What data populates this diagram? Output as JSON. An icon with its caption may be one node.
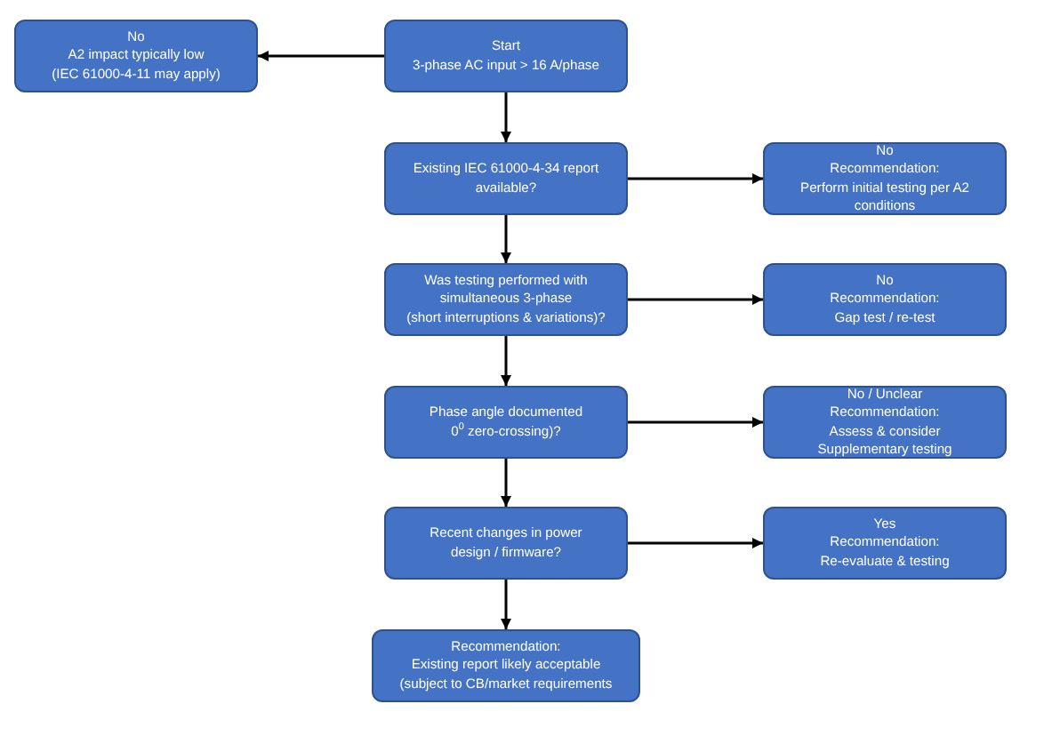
{
  "diagram": {
    "nodes": [
      {
        "text": [
          "No",
          "A2 impact typically low",
          "(IEC 61000-4-11 may apply)"
        ]
      },
      {
        "text": [
          "Start",
          "3-phase AC input > 16 A/phase"
        ]
      },
      {
        "text": [
          "Existing IEC 61000-4-34 report available?"
        ]
      },
      {
        "text": [
          "No",
          "Recommendation:",
          "Perform initial testing per A2 conditions"
        ]
      },
      {
        "text": [
          "Was testing performed with simultaneous 3-phase (short interruptions & variations)?"
        ]
      },
      {
        "text": [
          "No",
          "Recommendation:",
          "Gap test / re-test"
        ]
      },
      {
        "text": [
          "Phase angle documented 0$^{0}$ zero-crossing)?"
        ]
      },
      {
        "text": [
          "No / Unclear",
          "Recommendation:",
          "Assess & consider Supplementary testing"
        ]
      },
      {
        "text": [
          "Recent changes in power design / firmware?"
        ]
      },
      {
        "text": [
          "Yes",
          "Recommendation:",
          "Re-evaluate & testing"
        ]
      },
      {
        "text": [
          "Recommendation:",
          "Existing report likely acceptable (subject to CB/market requirements"
        ]
      }
    ],
    "edges": [
      {
        "from": 1,
        "to": 0,
        "arrow": "to"
      },
      {
        "from": 1,
        "to": 2,
        "arrow": "to"
      },
      {
        "from": 2,
        "to": 3,
        "arrow": "to"
      },
      {
        "from": 2,
        "to": 4,
        "arrow": "to"
      },
      {
        "from": 4,
        "to": 5,
        "arrow": "to"
      },
      {
        "from": 4,
        "to": 6,
        "arrow": "to"
      },
      {
        "from": 6,
        "to": 7,
        "arrow": "to"
      },
      {
        "from": 6,
        "to": 8,
        "arrow": "to"
      },
      {
        "from": 8,
        "to": 9,
        "arrow": "to"
      },
      {
        "from": 8,
        "to": 10,
        "arrow": "to"
      }
    ]
  }
}
